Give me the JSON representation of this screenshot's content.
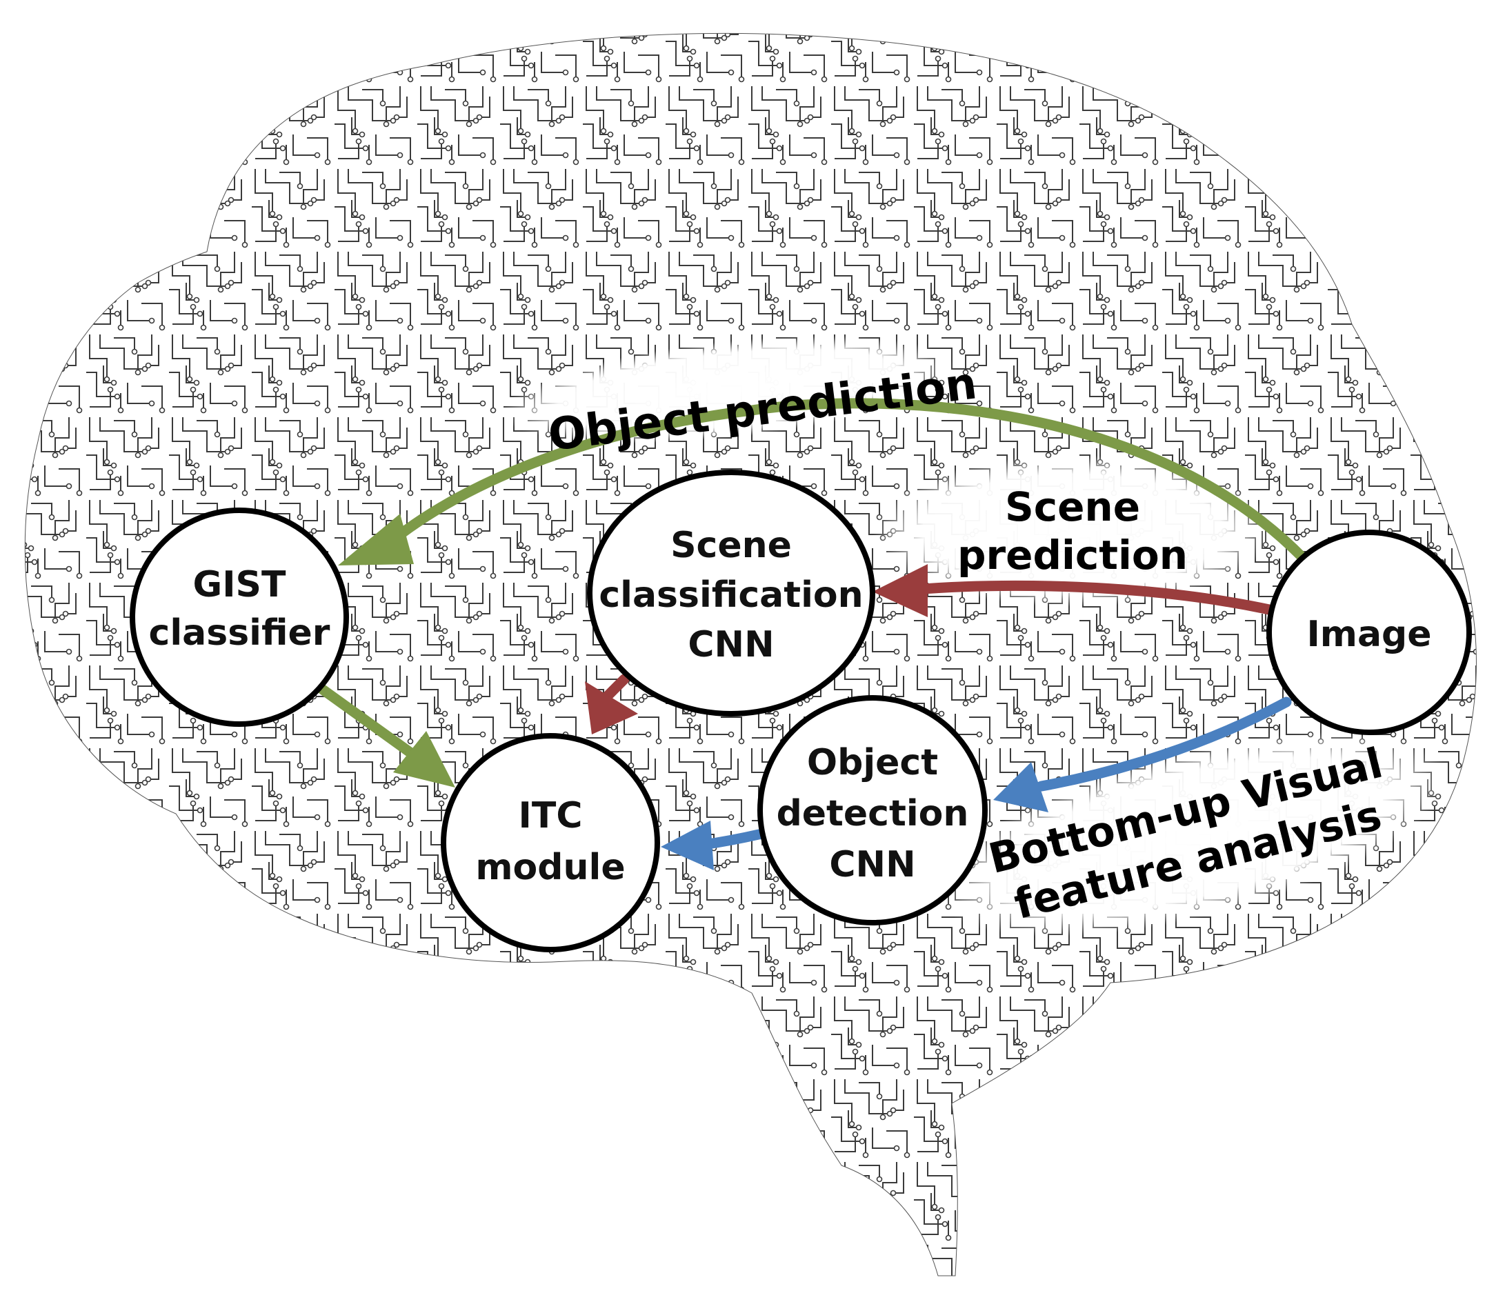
{
  "colors": {
    "background": "#ffffff",
    "circuit": "#333333",
    "node_fill": "#ffffff",
    "node_stroke": "#000000",
    "object_prediction": "#7d9a48",
    "scene_prediction": "#9a3d3d",
    "bottom_up": "#4a80c0"
  },
  "nodes": {
    "gist": {
      "line1": "GIST",
      "line2": "classifier"
    },
    "scene": {
      "line1": "Scene",
      "line2": "classification",
      "line3": "CNN"
    },
    "image": {
      "line1": "Image"
    },
    "object": {
      "line1": "Object",
      "line2": "detection",
      "line3": "CNN"
    },
    "itc": {
      "line1": "ITC",
      "line2": "module"
    }
  },
  "edges": {
    "object_prediction": {
      "label": "Object prediction",
      "color_name": "green"
    },
    "scene_prediction": {
      "line1": "Scene",
      "line2": "prediction",
      "color_name": "red"
    },
    "bottom_up": {
      "line1": "Bottom-up Visual",
      "line2": "feature analysis",
      "color_name": "blue"
    }
  }
}
